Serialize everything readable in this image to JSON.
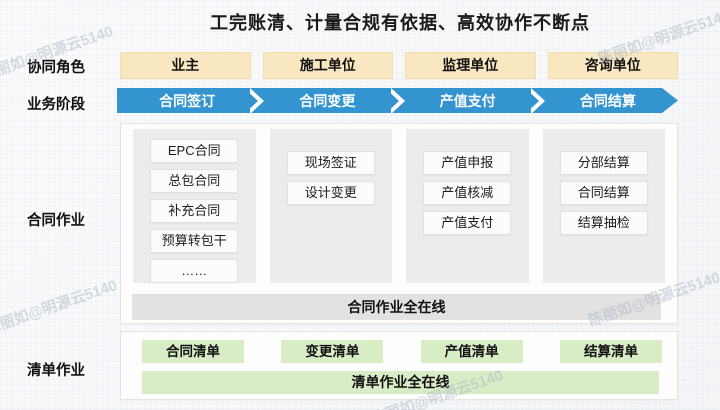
{
  "title": "工完账清、计量合规有依据、高效协作不断点",
  "watermark": "陈丽如@明源云5140",
  "colors": {
    "phase_blue": "#3494d0",
    "role_yellow": "#f8e7c1",
    "list_green": "#d8ecc6",
    "bar_gray": "#e2e2e3"
  },
  "roles": {
    "label": "协同角色",
    "items": [
      "业主",
      "施工单位",
      "监理单位",
      "咨询单位"
    ]
  },
  "phases": {
    "label": "业务阶段",
    "items": [
      "合同签订",
      "合同变更",
      "产值支付",
      "合同结算"
    ]
  },
  "contract": {
    "label": "合同作业",
    "columns": [
      {
        "items": [
          "EPC合同",
          "总包合同",
          "补充合同",
          "预算转包干",
          "……"
        ]
      },
      {
        "items": [
          "现场签证",
          "设计变更"
        ]
      },
      {
        "items": [
          "产值申报",
          "产值核减",
          "产值支付"
        ]
      },
      {
        "items": [
          "分部结算",
          "合同结算",
          "结算抽检"
        ]
      }
    ],
    "bar": "合同作业全在线"
  },
  "lists": {
    "label": "清单作业",
    "items": [
      "合同清单",
      "变更清单",
      "产值清单",
      "结算清单"
    ],
    "bar": "清单作业全在线"
  }
}
